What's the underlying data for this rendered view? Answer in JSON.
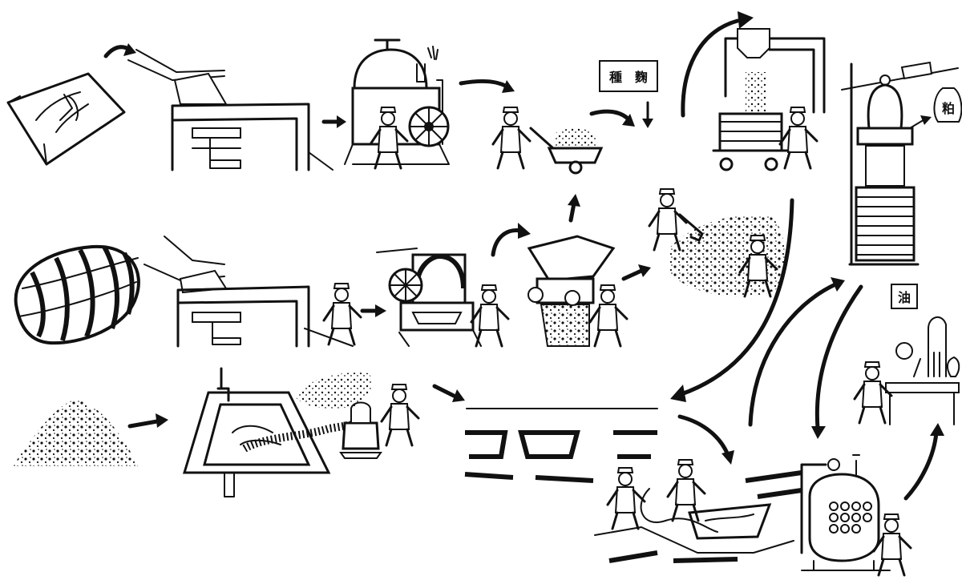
{
  "labels": {
    "koji_seed": "種　麴",
    "lees": "粕",
    "oil": "油"
  },
  "colors": {
    "ink": "#111111",
    "paper": "#ffffff"
  },
  "icons": [
    "flour-bag-icon",
    "wheat-bale-icon",
    "soybean-pile-icon",
    "hopper-machine-icon",
    "steam-cooker-icon",
    "worker-icon",
    "cart-icon",
    "koji-tray-rack-icon",
    "mash-press-icon",
    "soak-tank-icon",
    "pump-icon",
    "fermentation-pits-icon",
    "boiler-tank-icon",
    "lab-flask-icon",
    "flow-arrow-icon"
  ]
}
